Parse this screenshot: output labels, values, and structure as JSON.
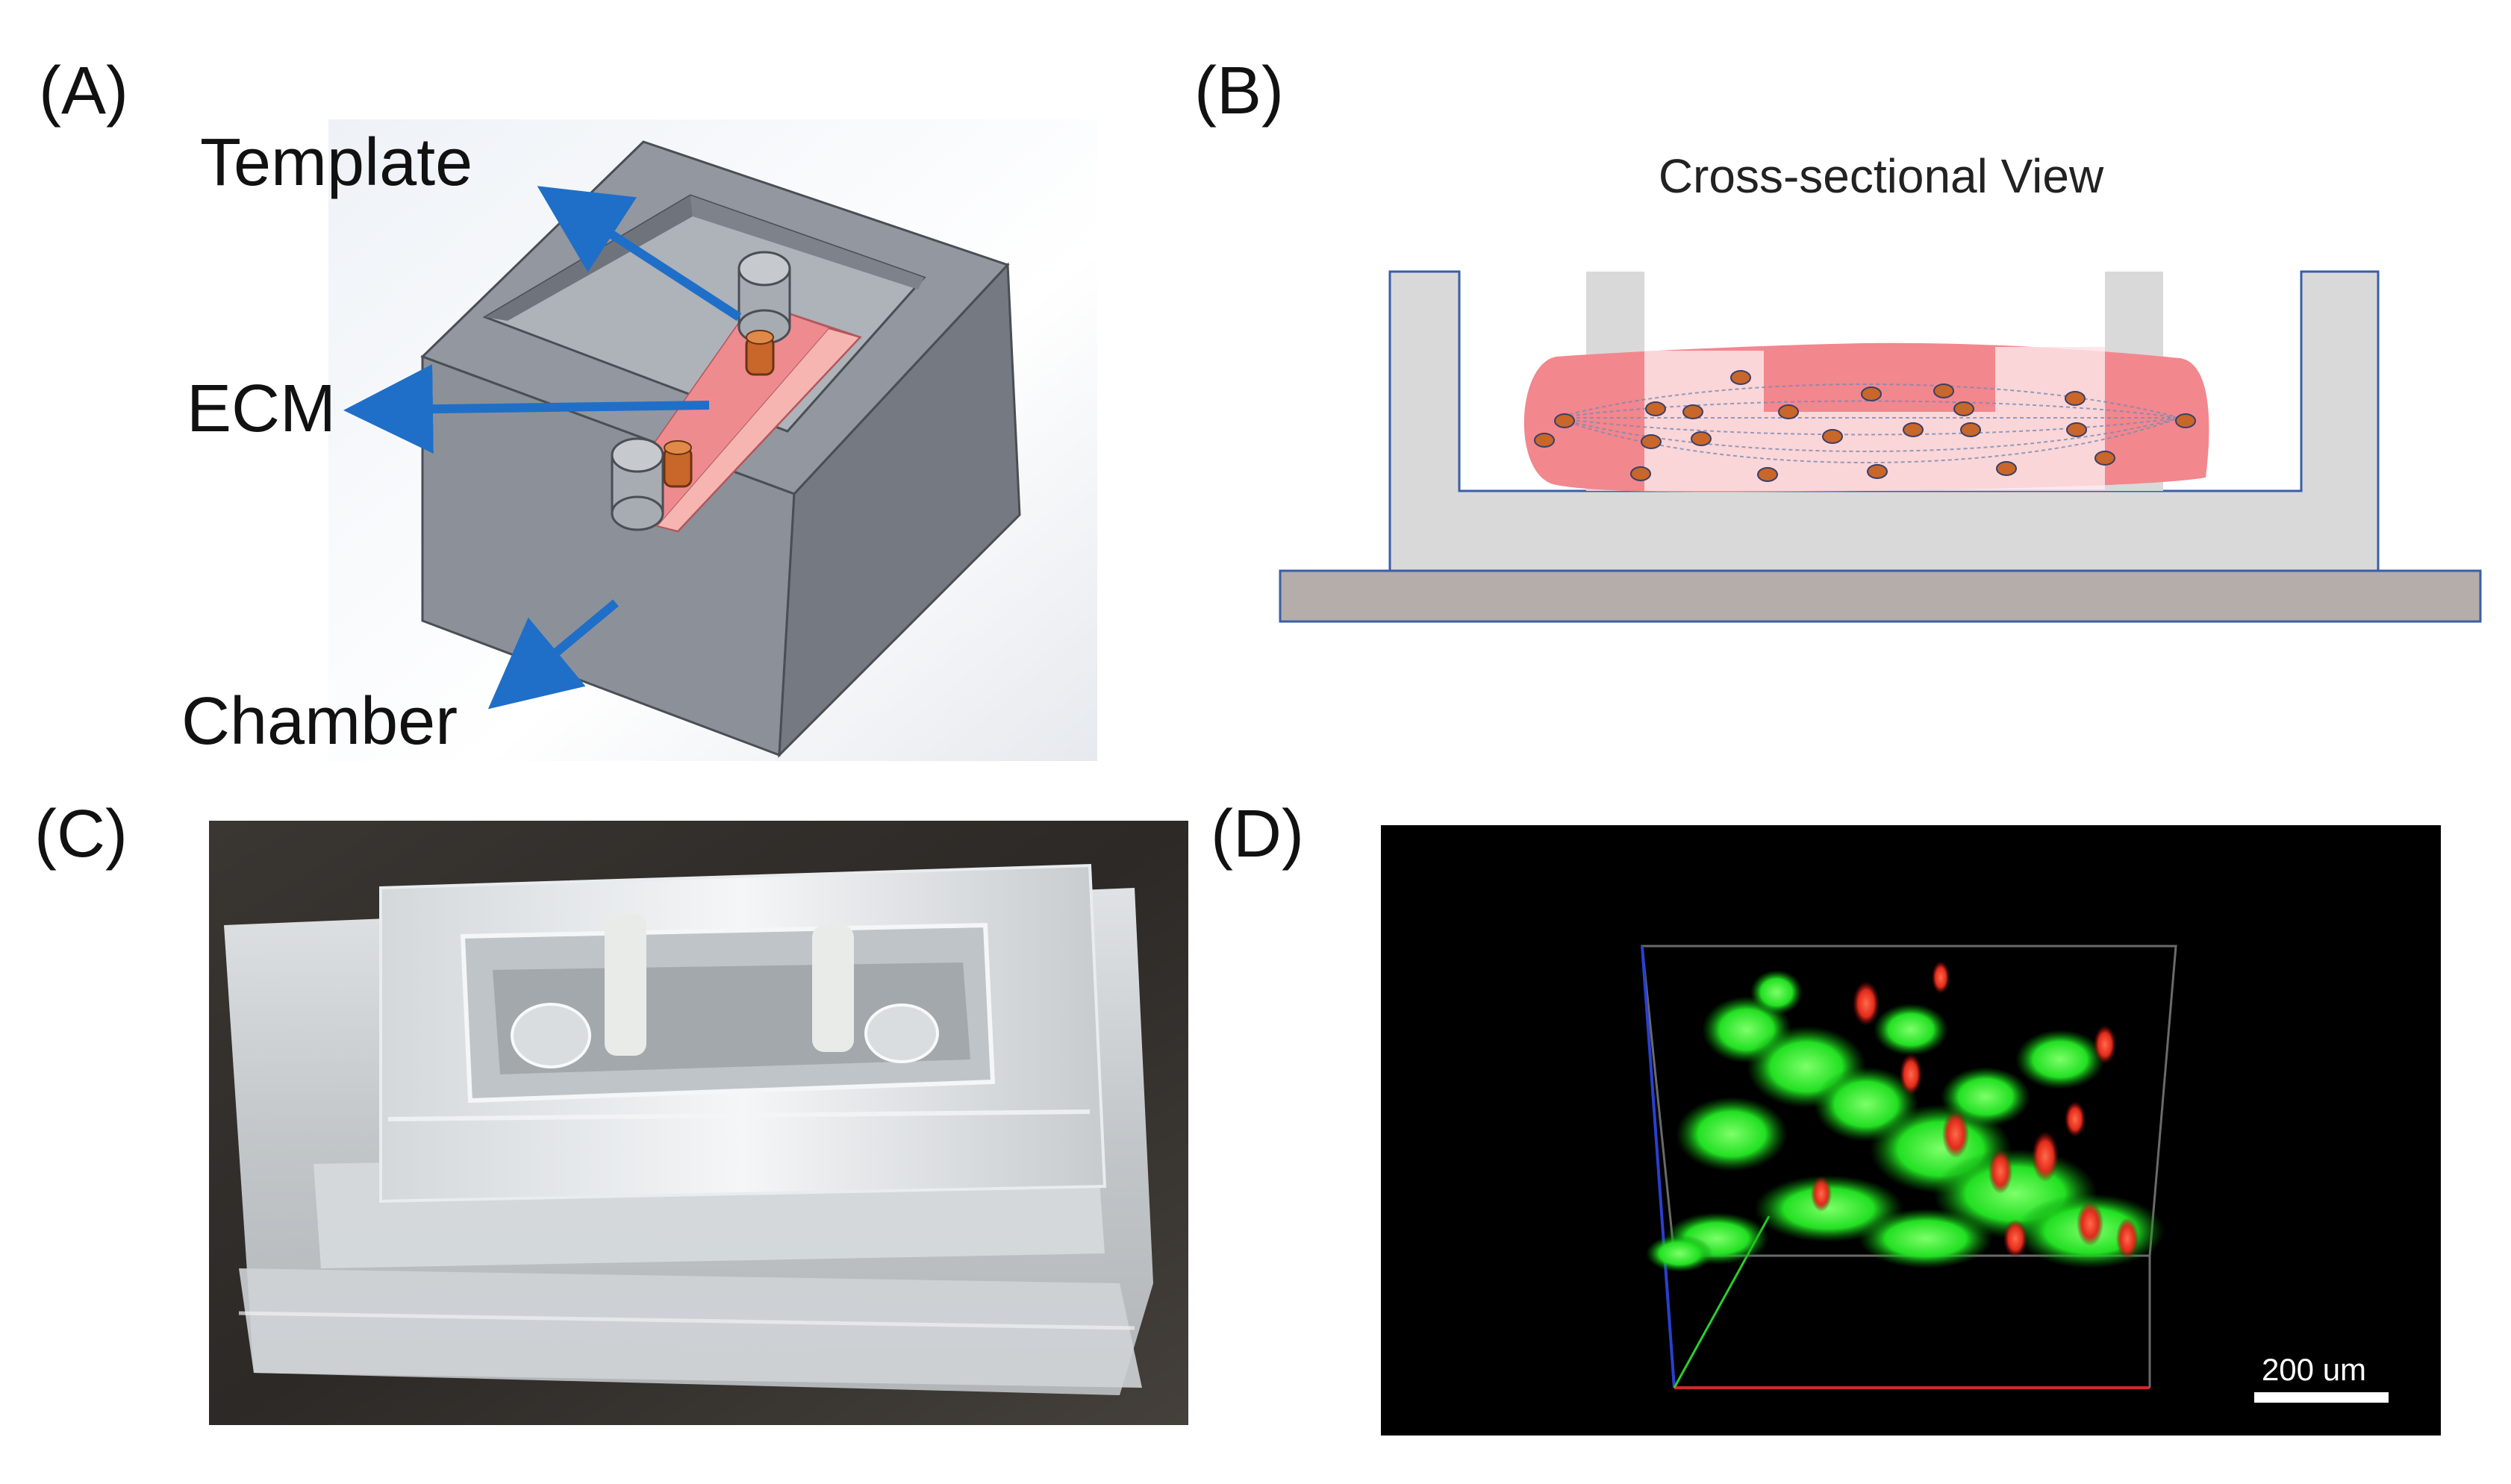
{
  "panels": {
    "a": {
      "label": "(A)",
      "callouts": {
        "template": "Template",
        "ecm": "ECM",
        "chamber": "Chamber"
      }
    },
    "b": {
      "label": "(B)",
      "title": "Cross-sectional View"
    },
    "c": {
      "label": "(C)"
    },
    "d": {
      "label": "(D)",
      "scale_bar": "200 um"
    }
  },
  "colors": {
    "arrow": "#1f6fc8",
    "chamber_gray": "#8a8f98",
    "ecm_pink": "#f2878e",
    "cross_section_gray": "#d9d9d9",
    "base_plate": "#b4adaa",
    "cell_orange": "#c9662a",
    "fluor_green": "#22e022",
    "fluor_red": "#e22a1a",
    "micrograph_bg": "#000000"
  }
}
